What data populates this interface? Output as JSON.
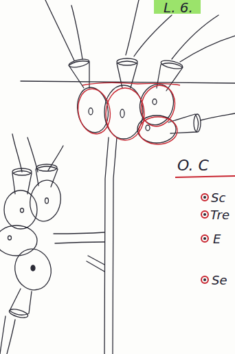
{
  "diagram": {
    "labels": [
      "L. 6.",
      "O. C",
      "Sc",
      "Tre",
      "E",
      "Se"
    ]
  }
}
